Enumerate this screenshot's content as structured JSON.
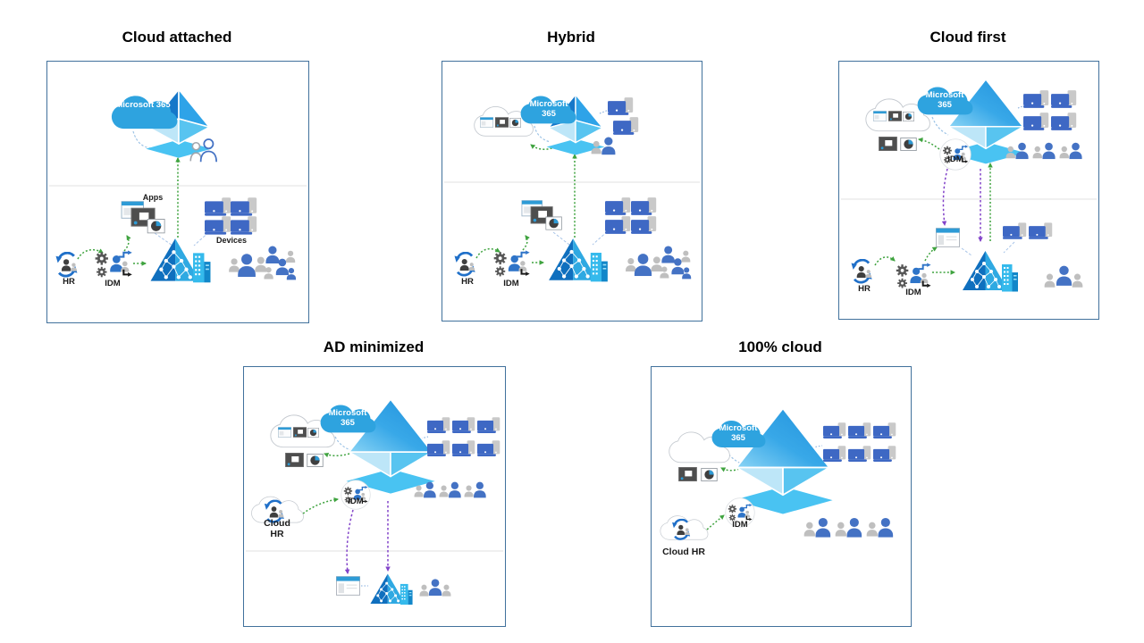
{
  "panels": [
    {
      "id": "cloud-attached",
      "title": "Cloud attached",
      "labels": {
        "m365": "Microsoft 365",
        "apps": "Apps",
        "devices": "Devices",
        "hr": "HR",
        "idm": "IDM"
      }
    },
    {
      "id": "hybrid",
      "title": "Hybrid",
      "labels": {
        "m365": "Microsoft 365",
        "hr": "HR",
        "idm": "IDM"
      }
    },
    {
      "id": "cloud-first",
      "title": "Cloud first",
      "labels": {
        "m365": "Microsoft 365",
        "idm_cloud": "IDM",
        "hr": "HR",
        "idm": "IDM"
      }
    },
    {
      "id": "ad-minimized",
      "title": "AD minimized",
      "labels": {
        "m365": "Microsoft 365",
        "cloud_hr": "Cloud HR",
        "idm": "IDM"
      }
    },
    {
      "id": "hundred-cloud",
      "title": "100% cloud",
      "labels": {
        "m365": "Microsoft 365",
        "cloud_hr": "Cloud HR",
        "idm": "IDM"
      }
    }
  ],
  "colors": {
    "panel_border": "#41719C",
    "m365_cloud": "#2EA3DF",
    "azure_ad_blue": "#2EA3E8",
    "onprem_ad_dark": "#0F6FBE",
    "onprem_ad_light": "#2FA9E2",
    "green_flow": "#3FA33F",
    "purple_flow": "#8243C9",
    "link_blue": "#9DC3E6",
    "device_blue": "#3E68C4",
    "person_blue": "#4472C4",
    "person_gray": "#BFBFBF"
  }
}
